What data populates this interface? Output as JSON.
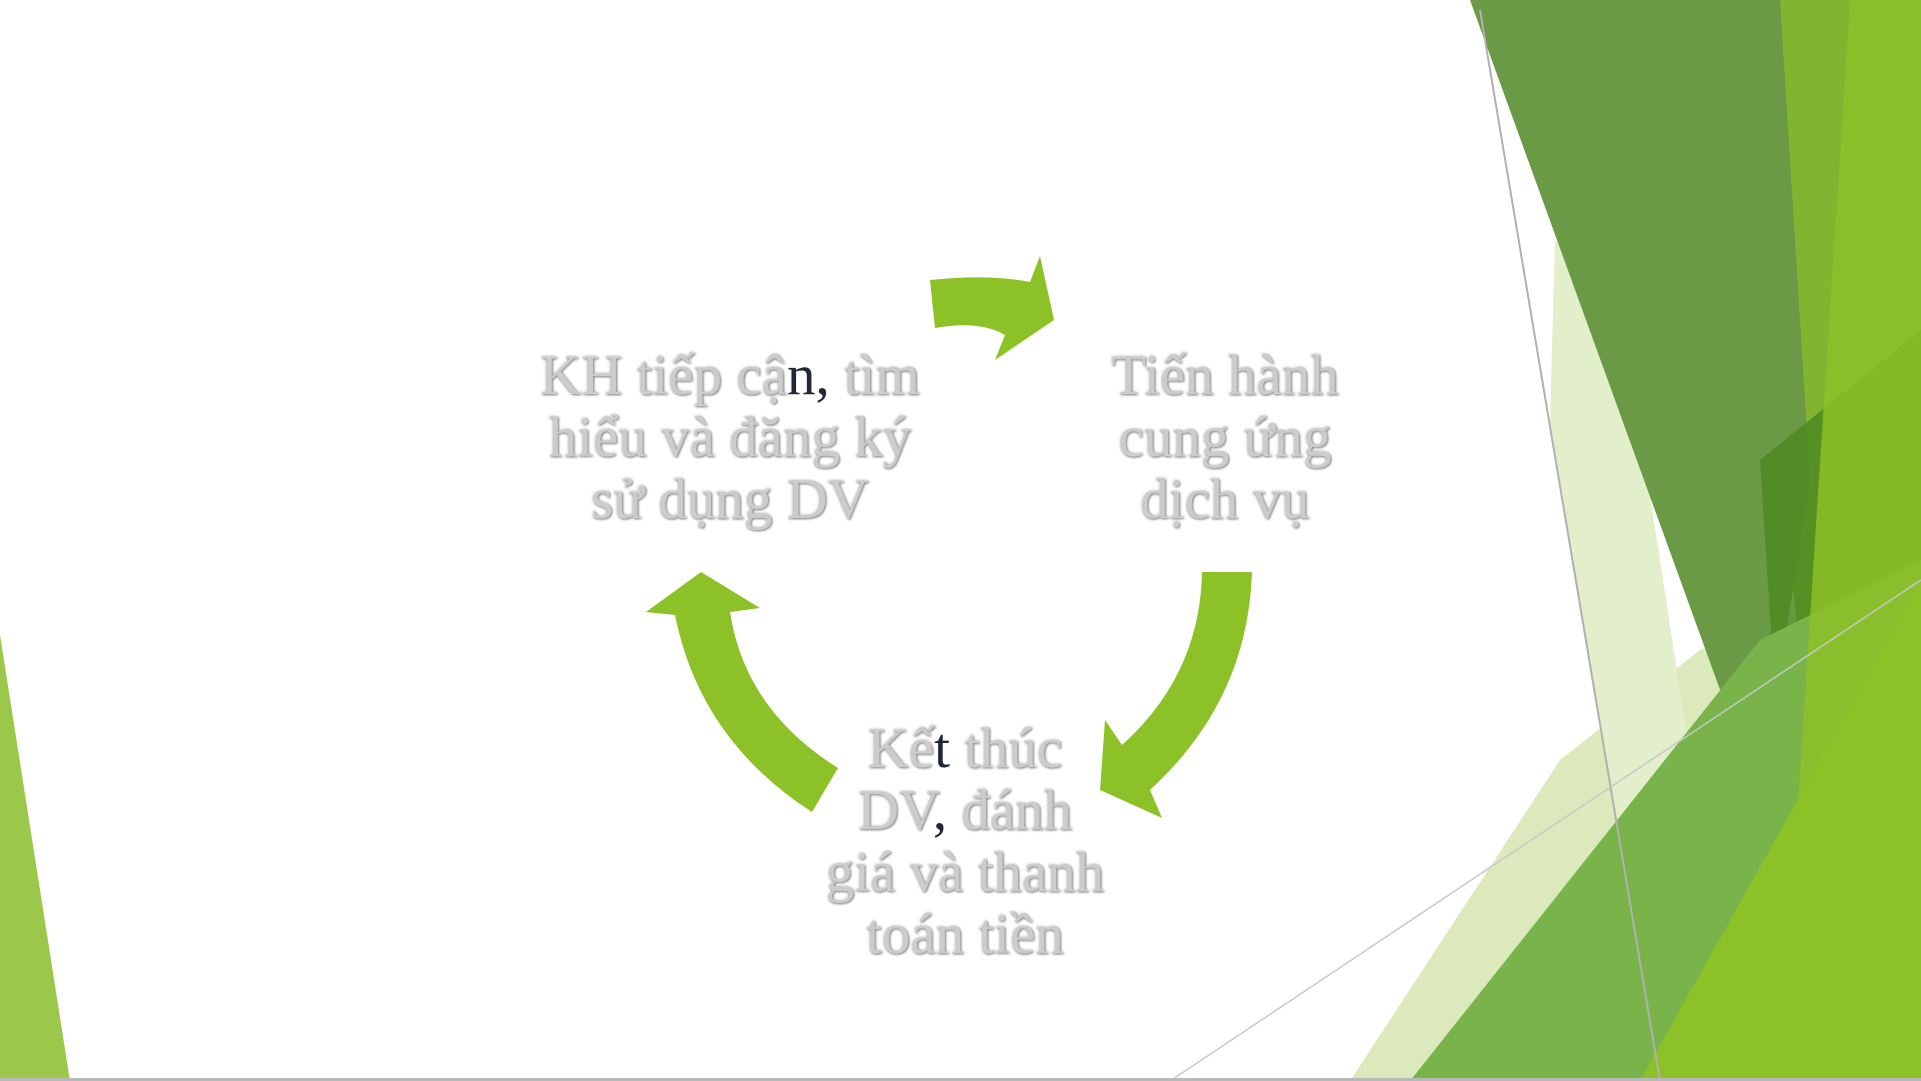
{
  "slide": {
    "steps": [
      {
        "lines": [
          [
            {
              "t": "KH tiếp cậ"
            },
            {
              "t": "n,",
              "hl": true
            },
            {
              "t": " tìm"
            }
          ],
          [
            {
              "t": "hiểu và đăng ký"
            }
          ],
          [
            {
              "t": "sử dụng DV"
            }
          ]
        ]
      },
      {
        "lines": [
          [
            {
              "t": "Tiến hành"
            }
          ],
          [
            {
              "t": "cung ứng"
            }
          ],
          [
            {
              "t": "dịch vụ"
            }
          ]
        ]
      },
      {
        "lines": [
          [
            {
              "t": "Kế"
            },
            {
              "t": "t",
              "hl": true
            },
            {
              "t": " thúc"
            }
          ],
          [
            {
              "t": "DV"
            },
            {
              "t": ",",
              "hl": true
            },
            {
              "t": " đánh"
            }
          ],
          [
            {
              "t": "giá và thanh"
            }
          ],
          [
            {
              "t": "toán tiền"
            }
          ]
        ]
      }
    ],
    "colors": {
      "arrow": "#8cc128",
      "text": "#cccccc",
      "highlight": "#1f2838",
      "decor_dark": "#6a9a46",
      "decor_mid": "#82b431",
      "decor_light": "#dbe9bd"
    },
    "icons": [
      "curved-arrow-top-icon",
      "curved-arrow-right-icon",
      "curved-arrow-left-icon"
    ]
  }
}
